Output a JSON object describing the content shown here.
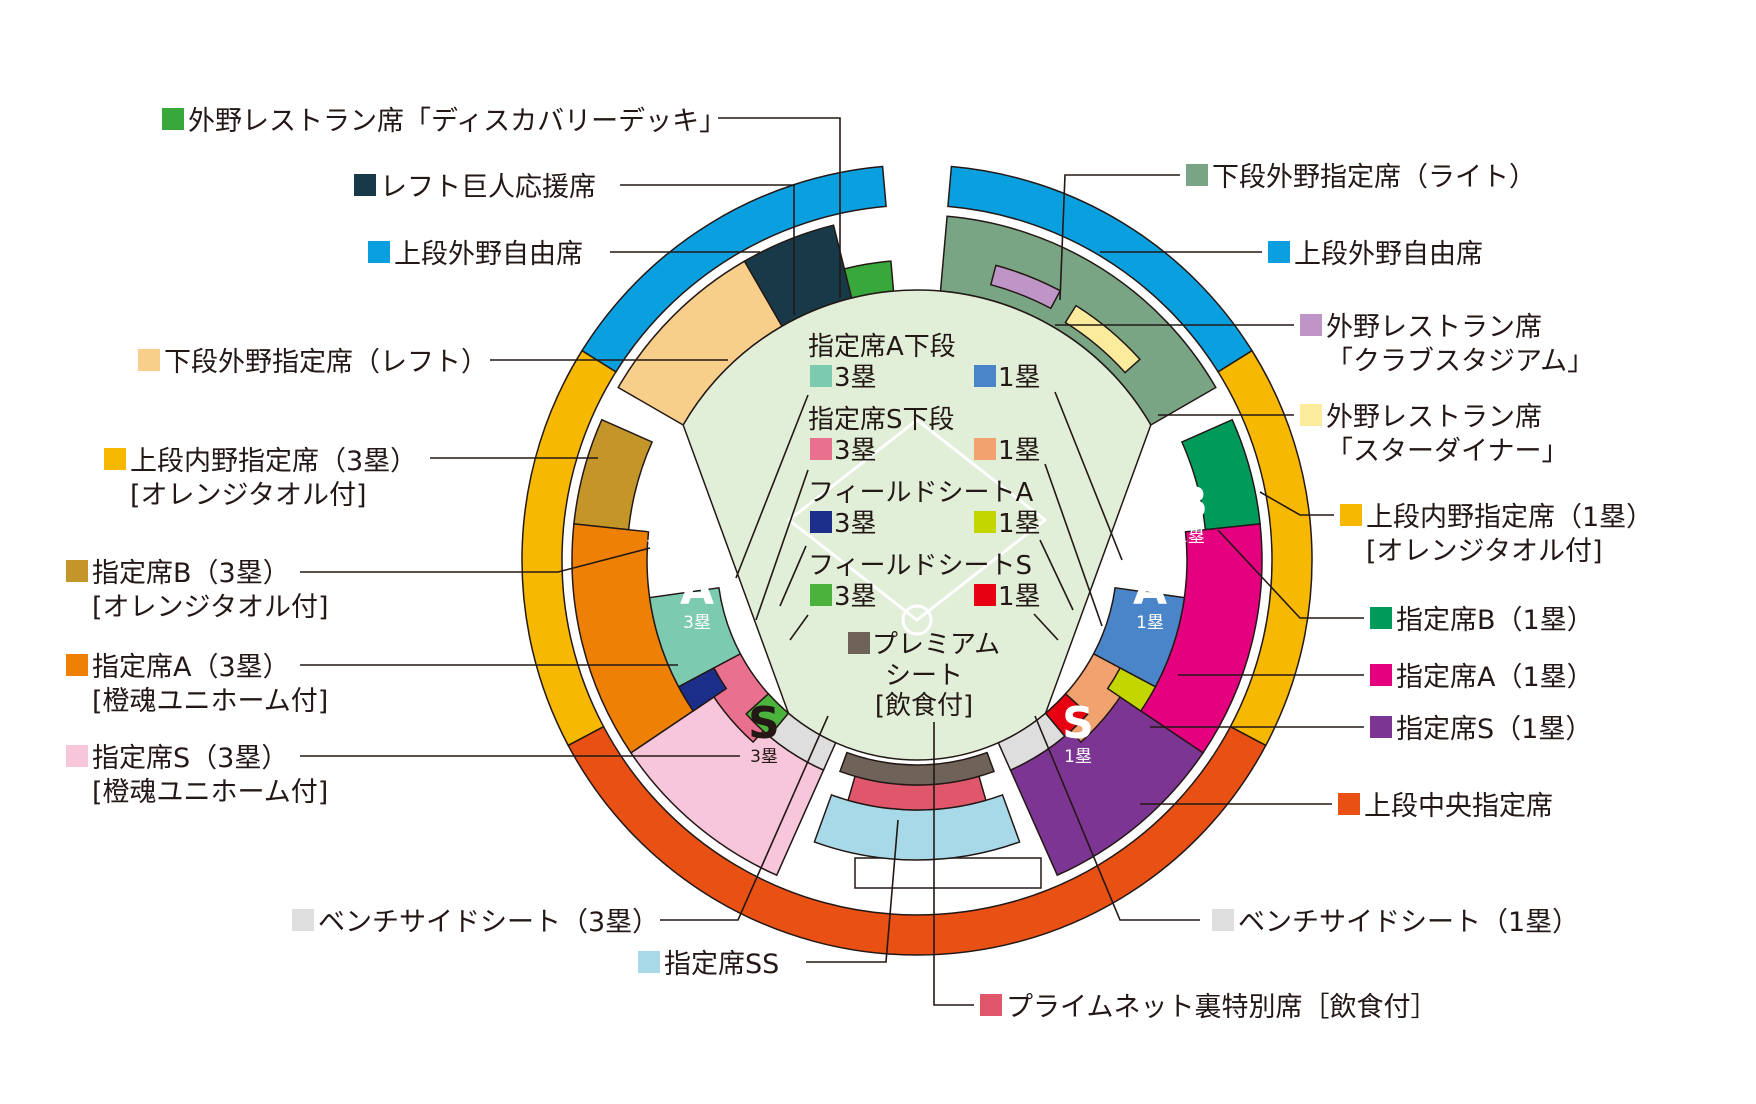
{
  "colors": {
    "upper_outfield_free": "#0aa0e0",
    "upper_infield_reserved": "#f6b800",
    "upper_center_reserved": "#e85014",
    "lower_outfield_left": "#f8cf8a",
    "lower_outfield_right": "#7aa585",
    "left_giants_cheer": "#173948",
    "discovery_deck": "#38a83c",
    "club_stadium": "#bf94c6",
    "star_diner": "#fbeb9c",
    "reserved_b_3b": "#c4962a",
    "reserved_b_1b": "#009b5a",
    "reserved_a_3b": "#ee8005",
    "reserved_a_1b": "#e4007f",
    "reserved_s_3b": "#f7c6da",
    "reserved_s_1b": "#7d3594",
    "bench_side": "#dedede",
    "reserved_ss": "#a7d9e9",
    "prime_net": "#e0566b",
    "premium": "#6e6259",
    "field": "#e1eed8",
    "lower_a_3b": "#7ccbb0",
    "lower_a_1b": "#4a85c9",
    "lower_s_3b": "#e9708f",
    "lower_s_1b": "#f2a26e",
    "field_a_3b": "#1b2f8a",
    "field_a_1b": "#c4d600",
    "field_s_3b": "#4bb33b",
    "field_s_1b": "#e60012"
  },
  "labels": {
    "discovery_deck": "外野レストラン席「ディスカバリーデッキ」",
    "left_giants": "レフト巨人応援席",
    "upper_free_left": "上段外野自由席",
    "lower_left": "下段外野指定席（レフト）",
    "upper_infield_3b": "上段内野指定席（3塁）",
    "upper_infield_3b_note": "[オレンジタオル付]",
    "res_b_3b": "指定席B（3塁）",
    "res_b_3b_note": "[オレンジタオル付]",
    "res_a_3b": "指定席A（3塁）",
    "res_a_3b_note": "[橙魂ユニホーム付]",
    "res_s_3b": "指定席S（3塁）",
    "res_s_3b_note": "[橙魂ユニホーム付]",
    "bench_3b": "ベンチサイドシート（3塁）",
    "res_ss": "指定席SS",
    "prime_net": "プライムネット裏特別席［飲食付］",
    "bench_1b": "ベンチサイドシート（1塁）",
    "upper_center": "上段中央指定席",
    "res_s_1b": "指定席S（1塁）",
    "res_a_1b": "指定席A（1塁）",
    "res_b_1b": "指定席B（1塁）",
    "upper_infield_1b": "上段内野指定席（1塁）",
    "upper_infield_1b_note": "[オレンジタオル付]",
    "star_diner_1": "外野レストラン席",
    "star_diner_2": "「スターダイナー」",
    "club_stadium_1": "外野レストラン席",
    "club_stadium_2": "「クラブスタジアム」",
    "upper_free_right": "上段外野自由席",
    "lower_right": "下段外野指定席（ライト）"
  },
  "inner": {
    "lower_a_title": "指定席A下段",
    "lower_s_title": "指定席S下段",
    "field_a_title": "フィールドシートA",
    "field_s_title": "フィールドシートS",
    "third": "3塁",
    "first": "1塁",
    "premium_1": "プレミアム",
    "premium_2": "シート",
    "premium_3": "[飲食付]"
  },
  "blocks": {
    "b": "B",
    "a": "A",
    "s": "S",
    "third": "3塁",
    "first": "1塁"
  }
}
